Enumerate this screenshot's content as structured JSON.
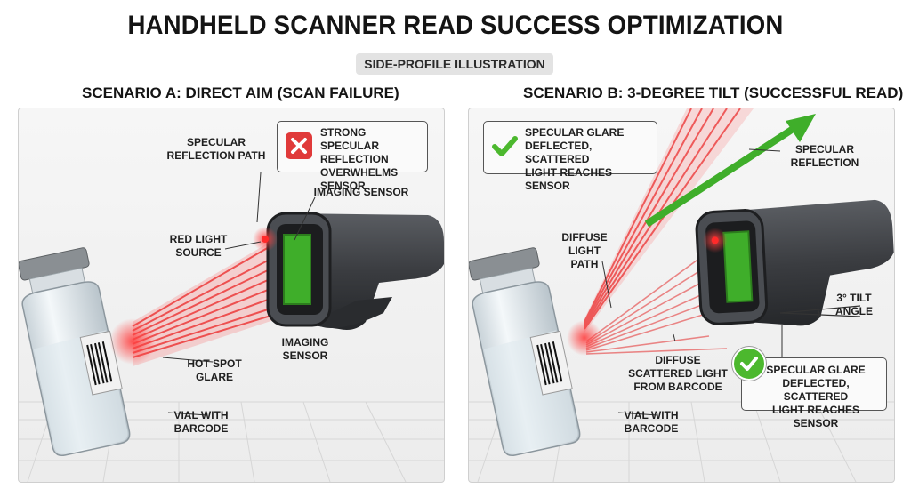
{
  "title": "HANDHELD SCANNER READ SUCCESS OPTIMIZATION",
  "subtitle": "SIDE-PROFILE ILLUSTRATION",
  "scenario_a": {
    "heading": "SCENARIO A: DIRECT AIM (SCAN FAILURE)",
    "callout": "STRONG SPECULAR\nREFLECTION\nOVERWHELMS SENSOR",
    "labels": {
      "specular_path": "SPECULAR\nREFLECTION PATH",
      "imaging_sensor_top": "IMAGING SENSOR",
      "red_light": "RED LIGHT\nSOURCE",
      "imaging_sensor_bottom": "IMAGING\nSENSOR",
      "hot_spot": "HOT SPOT\nGLARE",
      "vial": "VIAL WITH\nBARCODE"
    }
  },
  "scenario_b": {
    "heading": "SCENARIO B: 3-DEGREE TILT (SUCCESSFUL READ)",
    "callout_top": "SPECULAR GLARE\nDEFLECTED, SCATTERED\nLIGHT REACHES SENSOR",
    "callout_bottom": "SPECULAR GLARE\nDEFLECTED, SCATTERED\nLIGHT REACHES SENSOR",
    "labels": {
      "specular_reflection": "SPECULAR\nREFLECTION",
      "diffuse_path": "DIFFUSE\nLIGHT\nPATH",
      "tilt": "3° TILT\nANGLE",
      "diffuse_scattered": "DIFFUSE\nSCATTERED LIGHT\nFROM BARCODE",
      "vial": "VIAL WITH\nBARCODE"
    }
  },
  "colors": {
    "laser": "#e82424",
    "sensor": "#3fae2a",
    "check": "#4cb82e",
    "fail": "#e03a3a",
    "scanner_body": "#3c3e42"
  }
}
